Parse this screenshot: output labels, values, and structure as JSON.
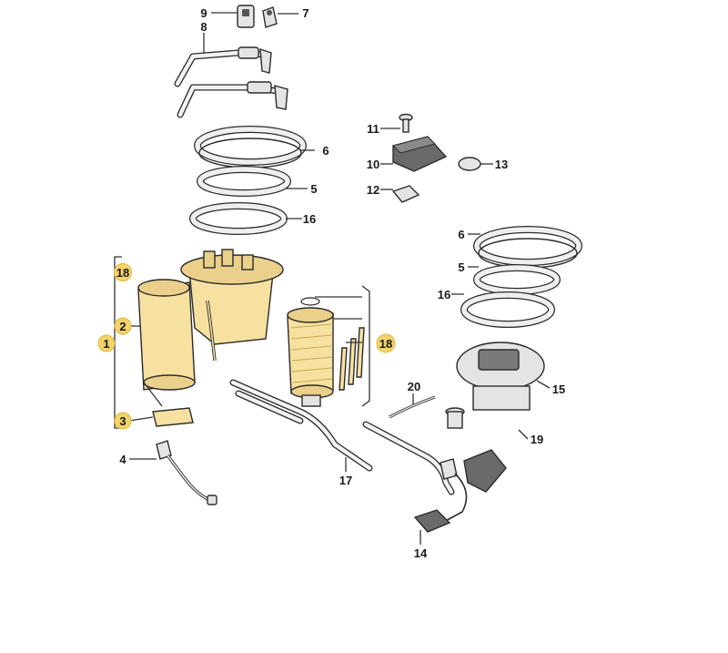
{
  "diagram": {
    "callouts": {
      "c1": "1",
      "c2": "2",
      "c3": "3",
      "c4": "4",
      "c5a": "5",
      "c5b": "5",
      "c6a": "6",
      "c6b": "6",
      "c7": "7",
      "c8": "8",
      "c9": "9",
      "c10": "10",
      "c11": "11",
      "c12": "12",
      "c13": "13",
      "c14": "14",
      "c15": "15",
      "c16a": "16",
      "c16b": "16",
      "c17": "17",
      "c18a": "18",
      "c18b": "18",
      "c19": "19",
      "c20": "20"
    },
    "colors": {
      "highlight": "#f3d36b",
      "part_yellow": "#f6e1a0",
      "line": "#2b2b2b"
    }
  }
}
